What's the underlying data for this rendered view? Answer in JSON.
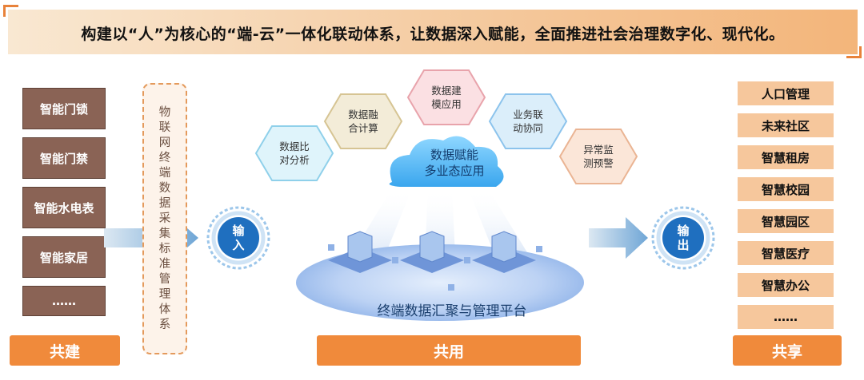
{
  "banner": {
    "text": "构建以“人”为核心的“端-云”一体化联动体系，让数据深入赋能，全面推进社会治理数字化、现代化。"
  },
  "devices": [
    "智能门锁",
    "智能门禁",
    "智能水电表",
    "智能家居",
    "……"
  ],
  "vertical_label": [
    "物",
    "联",
    "网",
    "终",
    "端",
    "数",
    "据",
    "采",
    "集",
    "标",
    "准",
    "管",
    "理",
    "体",
    "系"
  ],
  "input_label": "输\n入",
  "output_label": "输\n出",
  "hexagons": [
    {
      "label": "数据比\n对分析",
      "color": "#dff4fb",
      "stroke": "#8fd0ea"
    },
    {
      "label": "数据融\n合计算",
      "color": "#f3ecd8",
      "stroke": "#d6c493"
    },
    {
      "label": "数据建\n模应用",
      "color": "#fbe0e3",
      "stroke": "#e8a3ab"
    },
    {
      "label": "业务联\n动协同",
      "color": "#dbeefa",
      "stroke": "#8cc3ec"
    },
    {
      "label": "异常监\n测预警",
      "color": "#fbe6d8",
      "stroke": "#eab493"
    }
  ],
  "cloud": {
    "label": "数据赋能\n多业态应用"
  },
  "platform": {
    "label": "终端数据汇聚与管理平台"
  },
  "applications": [
    "人口管理",
    "未来社区",
    "智慧租房",
    "智慧校园",
    "智慧园区",
    "智慧医疗",
    "智慧办公",
    "……"
  ],
  "bottom_bars": {
    "left": "共建",
    "center": "共用",
    "right": "共享"
  },
  "colors": {
    "accent": "#f08a3b",
    "device": "#8a6355",
    "app": "#f6c79c",
    "blue": "#1f6fbf"
  }
}
